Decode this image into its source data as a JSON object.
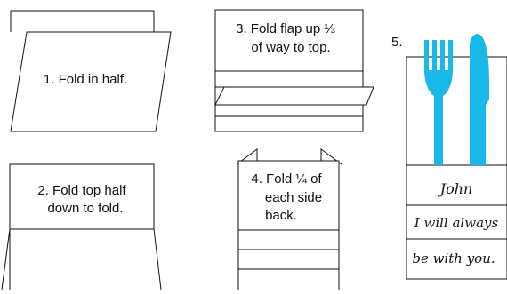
{
  "steps": [
    {
      "lines": [
        "1. Fold in half."
      ]
    },
    {
      "lines": [
        "2. Fold top half",
        "down to fold."
      ]
    },
    {
      "lines": [
        "3. Fold flap up ⅓",
        "of way to top."
      ]
    },
    {
      "lines": [
        "4. Fold ¼ of",
        "each side",
        "back."
      ]
    },
    {
      "number": "5."
    }
  ],
  "card": {
    "name": "John",
    "message_lines": [
      "I will always",
      "be with you."
    ],
    "icons": [
      "fork-icon",
      "knife-icon"
    ],
    "icon_color": "#19b8e8"
  },
  "colors": {
    "stroke": "#111111",
    "background": "#ffffff"
  }
}
